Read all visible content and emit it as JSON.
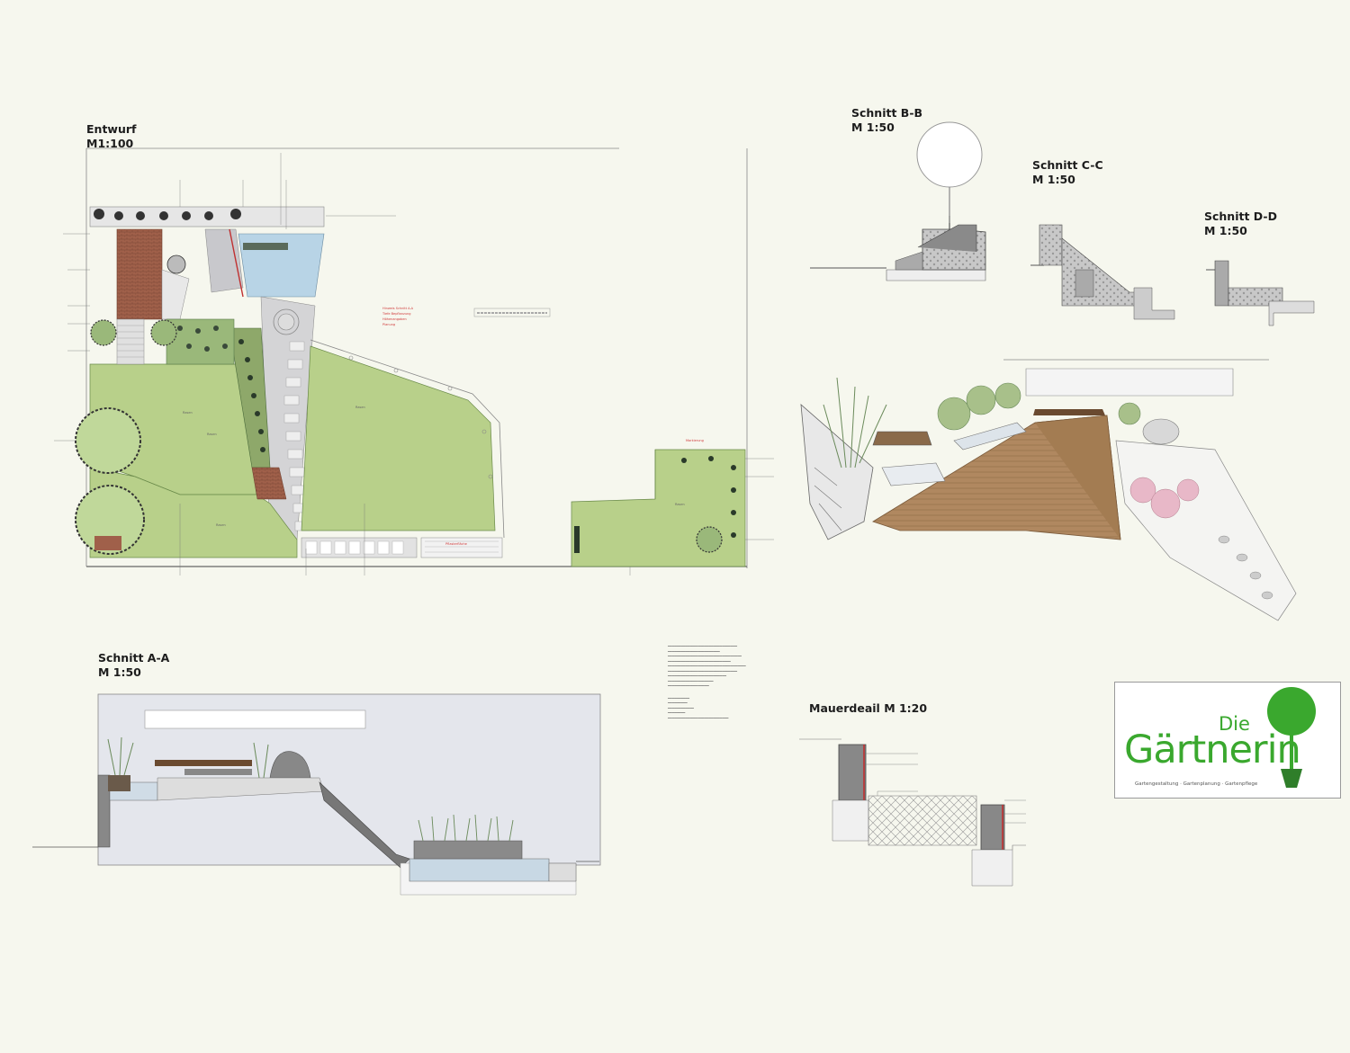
{
  "sections": {
    "entwurf": {
      "title": "Entwurf",
      "scale": "M1:100"
    },
    "schnitt_bb": {
      "title": "Schnitt B-B",
      "scale": "M 1:50"
    },
    "schnitt_cc": {
      "title": "Schnitt C-C",
      "scale": "M 1:50"
    },
    "schnitt_dd": {
      "title": "Schnitt D-D",
      "scale": "M 1:50"
    },
    "schnitt_aa": {
      "title": "Schnitt A-A",
      "scale": "M 1:50"
    },
    "mauerdetail": {
      "title": "Mauerdeail M 1:20"
    }
  },
  "logo": {
    "prefix": "Die",
    "name": "Gärtnerin",
    "tagline": "Gartengestaltung · Gartenplanung · Gartenpflege"
  },
  "colors": {
    "lawn": "#b8d08a",
    "brick": "#a0604a",
    "water": "#b8d4e6",
    "paving": "#c8c8cc",
    "logo_green": "#3aa82e",
    "background": "#f6f7ee"
  }
}
